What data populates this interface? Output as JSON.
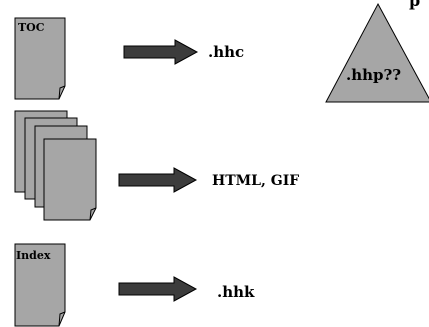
{
  "diagram": {
    "rows": [
      {
        "doc_label": "TOC",
        "output": ".hhc"
      },
      {
        "doc_label": "",
        "output": "HTML, GIF"
      },
      {
        "doc_label": "Index",
        "output": ".hhk"
      }
    ],
    "project_label": ".hhp??"
  },
  "colors": {
    "doc_fill": "#a6a6a6",
    "arrow_fill": "#3c3c3c",
    "triangle_fill": "#a6a6a6",
    "stroke": "#000000"
  }
}
